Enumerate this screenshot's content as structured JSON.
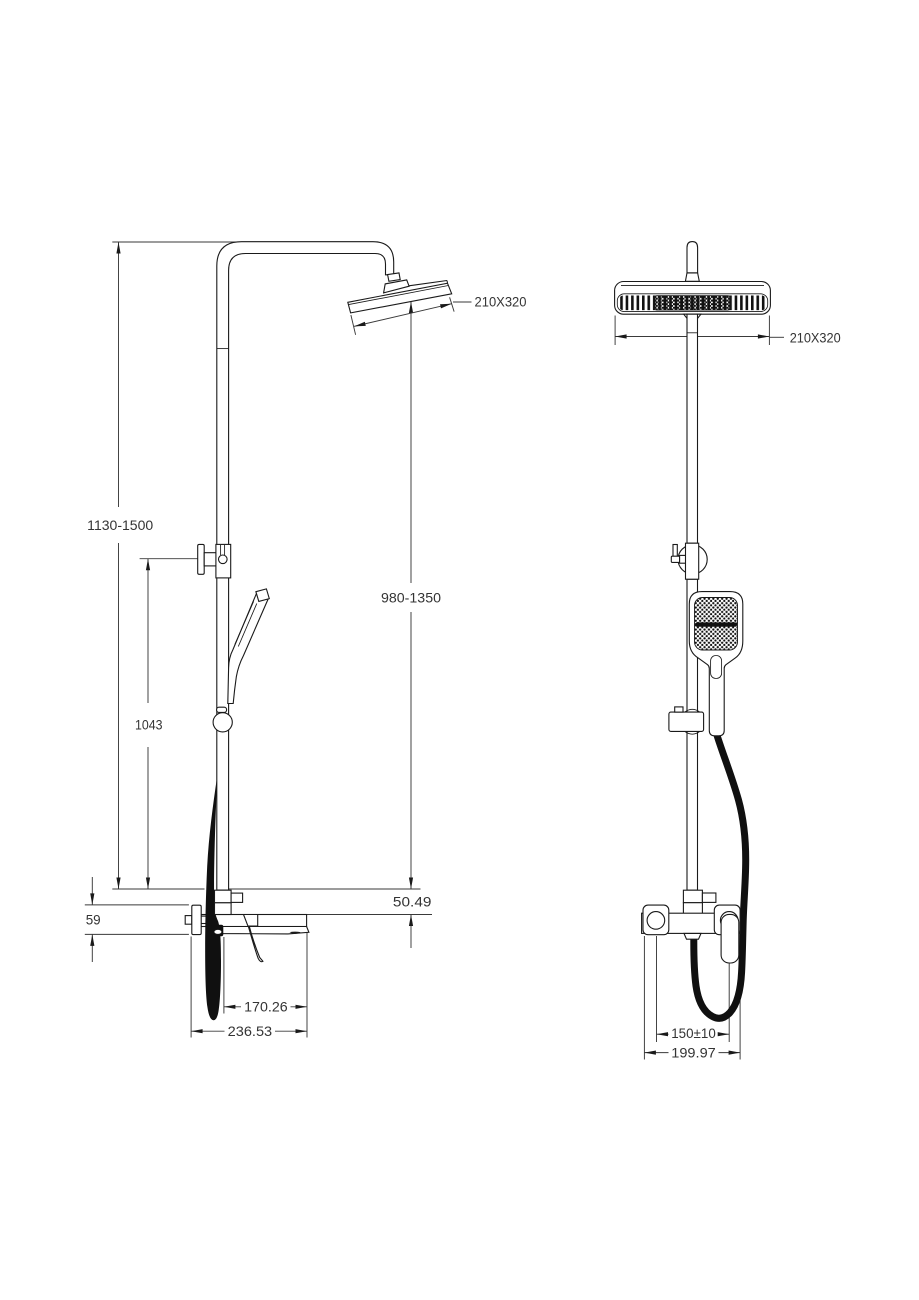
{
  "document": {
    "kind": "technical dimension drawing",
    "subject": "shower column with rain head, hand shower and bath mixer, two orthographic views"
  },
  "colors": {
    "background": "#ffffff",
    "line": "#1a1a1a",
    "text": "#343434"
  },
  "labels": {
    "overall_height_range": "1130-1500",
    "slide_bar_height": "1043",
    "mixer_body_height": "59",
    "riser_height_range": "980-1350",
    "deck_to_spout_drop": "50.49",
    "spout_reach": "170.26",
    "overall_depth": "236.53",
    "head_size_side": "210X320",
    "head_size_front": "210X320",
    "inlet_spacing": "150±10",
    "body_width": "199.97"
  }
}
